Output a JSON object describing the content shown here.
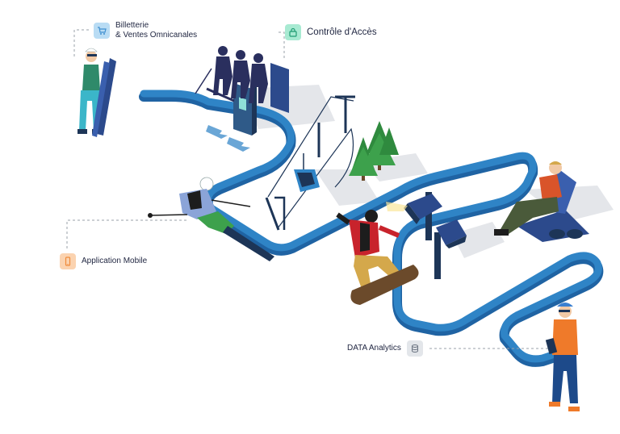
{
  "labels": {
    "ticketing": {
      "line1": "Billetterie",
      "line2": "& Ventes Omnicanales",
      "icon": "shopping-cart-icon",
      "chip_color": "#b9dcf4",
      "icon_color": "#3f8fd0"
    },
    "access": {
      "text": "Contrôle d'Accès",
      "icon": "lock-icon",
      "chip_color": "#a8ead2",
      "icon_color": "#1f9c73"
    },
    "mobile": {
      "text": "Application Mobile",
      "icon": "smartphone-icon",
      "chip_color": "#fbd3b0",
      "icon_color": "#ef8a3a"
    },
    "analytics": {
      "text": "DATA Analytics",
      "icon": "database-icon",
      "chip_color": "#e3e6ea",
      "icon_color": "#6b7380"
    }
  },
  "colors": {
    "track": "#2f84c6",
    "track_dark": "#1f63a3",
    "navy": "#1d3557",
    "text": "#1f2540"
  }
}
